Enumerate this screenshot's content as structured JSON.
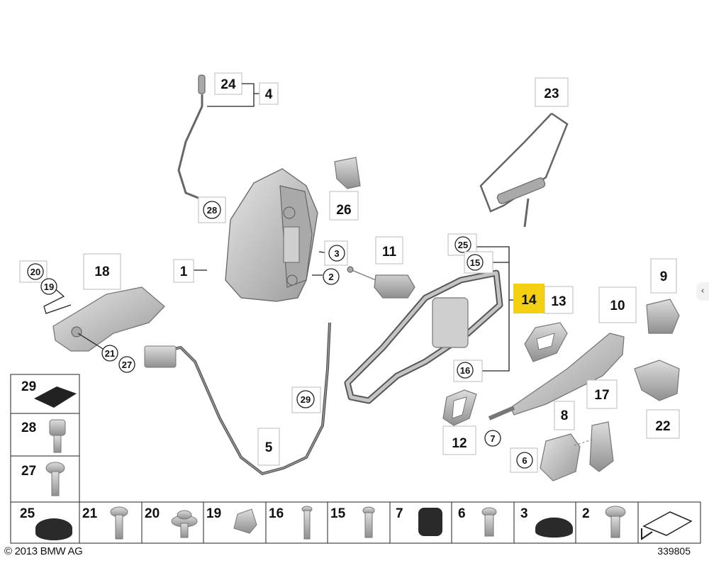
{
  "colors": {
    "highlight": "#f5cf12",
    "part": "#cfcfcf",
    "part_dark": "#a9a9a9",
    "line": "#222222"
  },
  "callouts": {
    "box_24": "24",
    "box_4": "4",
    "box_23": "23",
    "circ_28": "28",
    "box_26": "26",
    "box_1": "1",
    "circ_3": "3",
    "circ_2": "2",
    "box_11": "11",
    "circ_25": "25",
    "circ_15": "15",
    "box_14": "14",
    "box_13": "13",
    "box_10": "10",
    "box_9": "9",
    "box_18": "18",
    "circ_20": "20",
    "circ_19": "19",
    "circ_21": "21",
    "circ_27": "27",
    "circ_16": "16",
    "circ_29": "29",
    "box_5": "5",
    "box_12": "12",
    "circ_7": "7",
    "box_8": "8",
    "circ_6": "6",
    "box_17": "17",
    "box_22": "22"
  },
  "side_legend": [
    {
      "label": "29",
      "icon": "pad-icon"
    },
    {
      "label": "28",
      "icon": "clip-icon"
    },
    {
      "label": "27",
      "icon": "bolt-icon"
    }
  ],
  "bottom_legend": [
    {
      "label": "25",
      "icon": "cap-icon"
    },
    {
      "label": "21",
      "icon": "screw-icon"
    },
    {
      "label": "20",
      "icon": "screw-washer-icon"
    },
    {
      "label": "19",
      "icon": "grommet-icon"
    },
    {
      "label": "16",
      "icon": "pin-icon"
    },
    {
      "label": "15",
      "icon": "bolt-icon"
    },
    {
      "label": "7",
      "icon": "plug-icon"
    },
    {
      "label": "6",
      "icon": "bolt-icon"
    },
    {
      "label": "3",
      "icon": "dome-plug-icon"
    },
    {
      "label": "2",
      "icon": "torx-screw-icon"
    },
    {
      "label": "",
      "icon": "shim-arrow-icon"
    }
  ],
  "footer": {
    "copyright": "© 2013 BMW AG",
    "diagram_number": "339805"
  },
  "scroll_hint": "‹"
}
